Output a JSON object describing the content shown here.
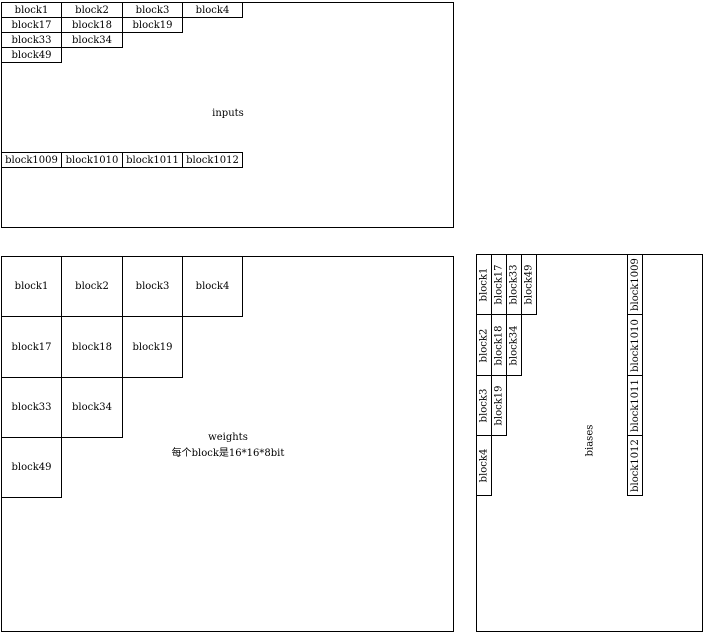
{
  "inputs": {
    "label": "inputs",
    "blocks": [
      "block1",
      "block2",
      "block3",
      "block4",
      "block17",
      "block18",
      "block19",
      "block33",
      "block34",
      "block49",
      "block1009",
      "block1010",
      "block1011",
      "block1012"
    ]
  },
  "weights": {
    "label_line1": "weights",
    "label_line2": "每个block是16*16*8bit",
    "blocks": [
      "block1",
      "block2",
      "block3",
      "block4",
      "block17",
      "block18",
      "block19",
      "block33",
      "block34",
      "block49"
    ]
  },
  "biases": {
    "label": "biases",
    "blocks": [
      "block1",
      "block17",
      "block33",
      "block49",
      "block2",
      "block18",
      "block34",
      "block3",
      "block19",
      "block4",
      "block1009",
      "block1010",
      "block1011",
      "block1012"
    ]
  }
}
